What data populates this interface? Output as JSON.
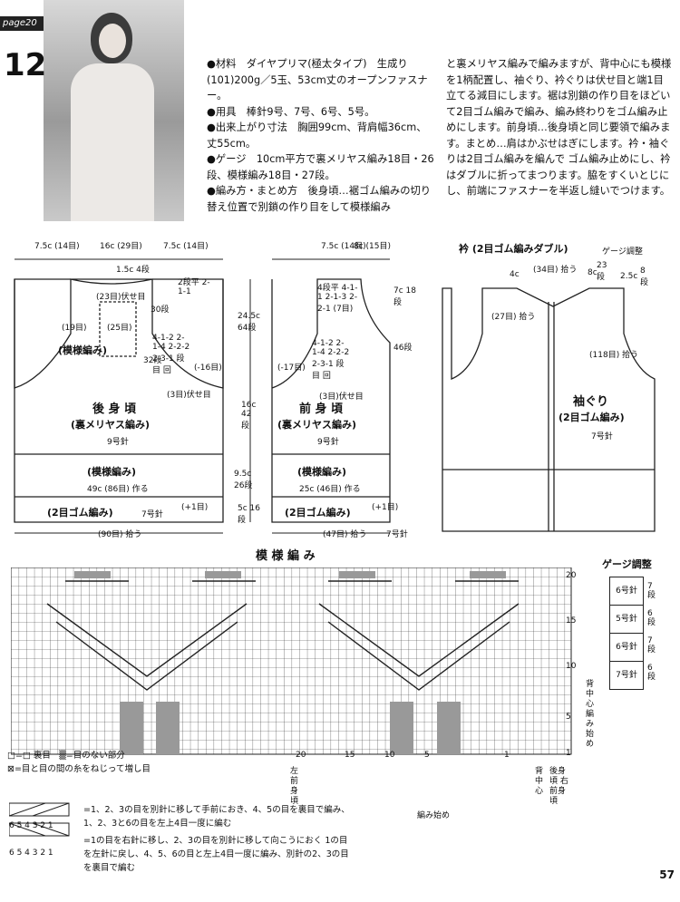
{
  "page_tag": "page20",
  "pattern_number": "12",
  "instructions": {
    "materials": "●材料　ダイヤプリマ(極太タイプ)　生成り(101)200g／5玉、53cm丈のオープンファスナー。",
    "tools": "●用具　棒針9号、7号、6号、5号。",
    "size": "●出来上がり寸法　胸囲99cm、背肩幅36cm、丈55cm。",
    "gauge": "●ゲージ　10cm平方で裏メリヤス編み18目・26段、模様編み18目・27段。",
    "method": "●編み方・まとめ方　後身頃…裾ゴム編みの切り替え位置で別鎖の作り目をして模様編み",
    "col2": "と裏メリヤス編みで編みますが、背中心にも模様を1柄配置し、袖ぐり、衿ぐりは伏せ目と端1目立てる減目にします。裾は別鎖の作り目をほどいて2目ゴム編みで編み、編み終わりをゴム編み止めにします。前身頃…後身頃と同じ要領で編みます。まとめ…肩はかぶせはぎにします。衿・袖ぐりは2目ゴム編みを編んで ゴム編み止めにし、衿はダブルに折ってまつります。脇をすくいとじにし、前端にファスナーを半返し縫いでつけます。"
  },
  "back": {
    "title": "後 身 頃",
    "stitch": "(裏メリヤス編み)",
    "needle": "9号針",
    "pattern": "(模様編み)",
    "rib": "(2目ゴム編み)",
    "rib_needle": "7号針",
    "top_left": "7.5c (14目)",
    "top_mid": "16c (29目)",
    "top_right": "7.5c (14目)",
    "neck": "1.5c 4段",
    "armhole_top": "(23目)伏せ目",
    "pattern_w": "(25目)",
    "side_l": "(19目)",
    "side_r": "(-16目)",
    "rows_a": "2段平 2-1-1",
    "rows_b": "4-1-2 2-1-4 2-2-2 2-3-1 段 目 回",
    "rows_c": "(3目)伏せ目",
    "h_pat": "30段",
    "h_32": "32段",
    "bottom_count": "49c (86目) 作る",
    "bottom_add": "(+1目)",
    "pickup": "(90目) 拾う"
  },
  "measures": {
    "armhole": "24.5c 64段",
    "side": "16c 42段",
    "pattern": "9.5c 26段",
    "rib": "5c 16段"
  },
  "front": {
    "title": "前 身 頃",
    "stitch": "(裏メリヤス編み)",
    "needle": "9号針",
    "pattern": "(模様編み)",
    "rib": "(2目ゴム編み)",
    "rib_needle": "7号針",
    "top_left": "7.5c (14目)",
    "top_right": "8c (15目)",
    "side_l": "(-17目)",
    "neck_h": "7c 18段",
    "neck_h2": "46段",
    "rows_a": "4段平 4-1-1 2-1-3 2-2-1 (7目)",
    "rows_b": "4-1-2 2-1-4 2-2-2 2-3-1 段 目 回",
    "rows_c": "(3目)伏せ目",
    "bottom_count": "25c (46目) 作る",
    "bottom_add": "(+1目)",
    "pickup": "(47目) 拾う",
    "pickup_needle": "7号針"
  },
  "collar": {
    "title": "衿 (2目ゴム編みダブル)",
    "gauge_adj": "ゲージ調整",
    "pick": "(34目) 拾う",
    "left": "(27目) 拾う",
    "w4": "4c",
    "h8": "8c",
    "h23": "23段",
    "w25": "2.5c",
    "h8b": "8段",
    "armhole_pick": "(118目) 拾う",
    "armhole_title": "袖ぐり",
    "armhole_stitch": "(2目ゴム編み)",
    "armhole_needle": "7号針"
  },
  "chart": {
    "title": "模 様 編 み",
    "row_marks": [
      "20",
      "15",
      "10",
      "5",
      "1"
    ],
    "col_marks": [
      "20",
      "15",
      "10",
      "5",
      "1"
    ],
    "center_back": "背中心編み始め",
    "left_front": "左前身頃",
    "back_center": "背中心",
    "back_right": "後身頃 右前身頃",
    "start": "編み始め"
  },
  "gauge_panel": {
    "title": "ゲージ調整",
    "rows": [
      "6号針",
      "5号針",
      "6号針",
      "7号針"
    ],
    "right": [
      "7段",
      "6段",
      "7段",
      "6段"
    ]
  },
  "legend": {
    "l1": "□=□ 裏目　▒=目のない部分",
    "l2": "⊠=目と目の間の糸をねじって増し目",
    "n1": "=1、2、3の目を別針に移して手前におき、4、5の目を裏目で編み、1、2、3と6の目を左上4目一度に編む",
    "n2": "=1の目を右針に移し、2、3の目を別針に移して向こうにおく 1の目を左針に戻し、4、5、6の目と左上4目一度に編み、別針の2、3の目を裏目で編む",
    "idx": "6 5 4 3 2 1"
  },
  "page_number": "57"
}
